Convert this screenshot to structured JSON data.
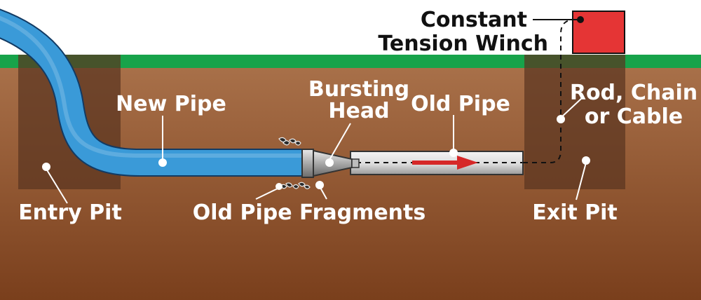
{
  "labels": {
    "winch_line1": "Constant",
    "winch_line2": "Tension Winch",
    "new_pipe": "New Pipe",
    "bursting_line1": "Bursting",
    "bursting_line2": "Head",
    "old_pipe": "Old Pipe",
    "rod_line1": "Rod, Chain",
    "rod_line2": "or Cable",
    "entry_pit": "Entry Pit",
    "fragments": "Old Pipe Fragments",
    "exit_pit": "Exit Pit"
  },
  "colors": {
    "sky": "#ffffff",
    "grass": "#17a34a",
    "soil_top": "#a87049",
    "soil_bottom": "#7a3f1c",
    "pit": "#5a3520",
    "new_pipe": "#3a9ad8",
    "new_pipe_shadow": "#1f6fb0",
    "old_pipe": "#d9d9d9",
    "winch": "#e53535",
    "arrow": "#d62828"
  }
}
